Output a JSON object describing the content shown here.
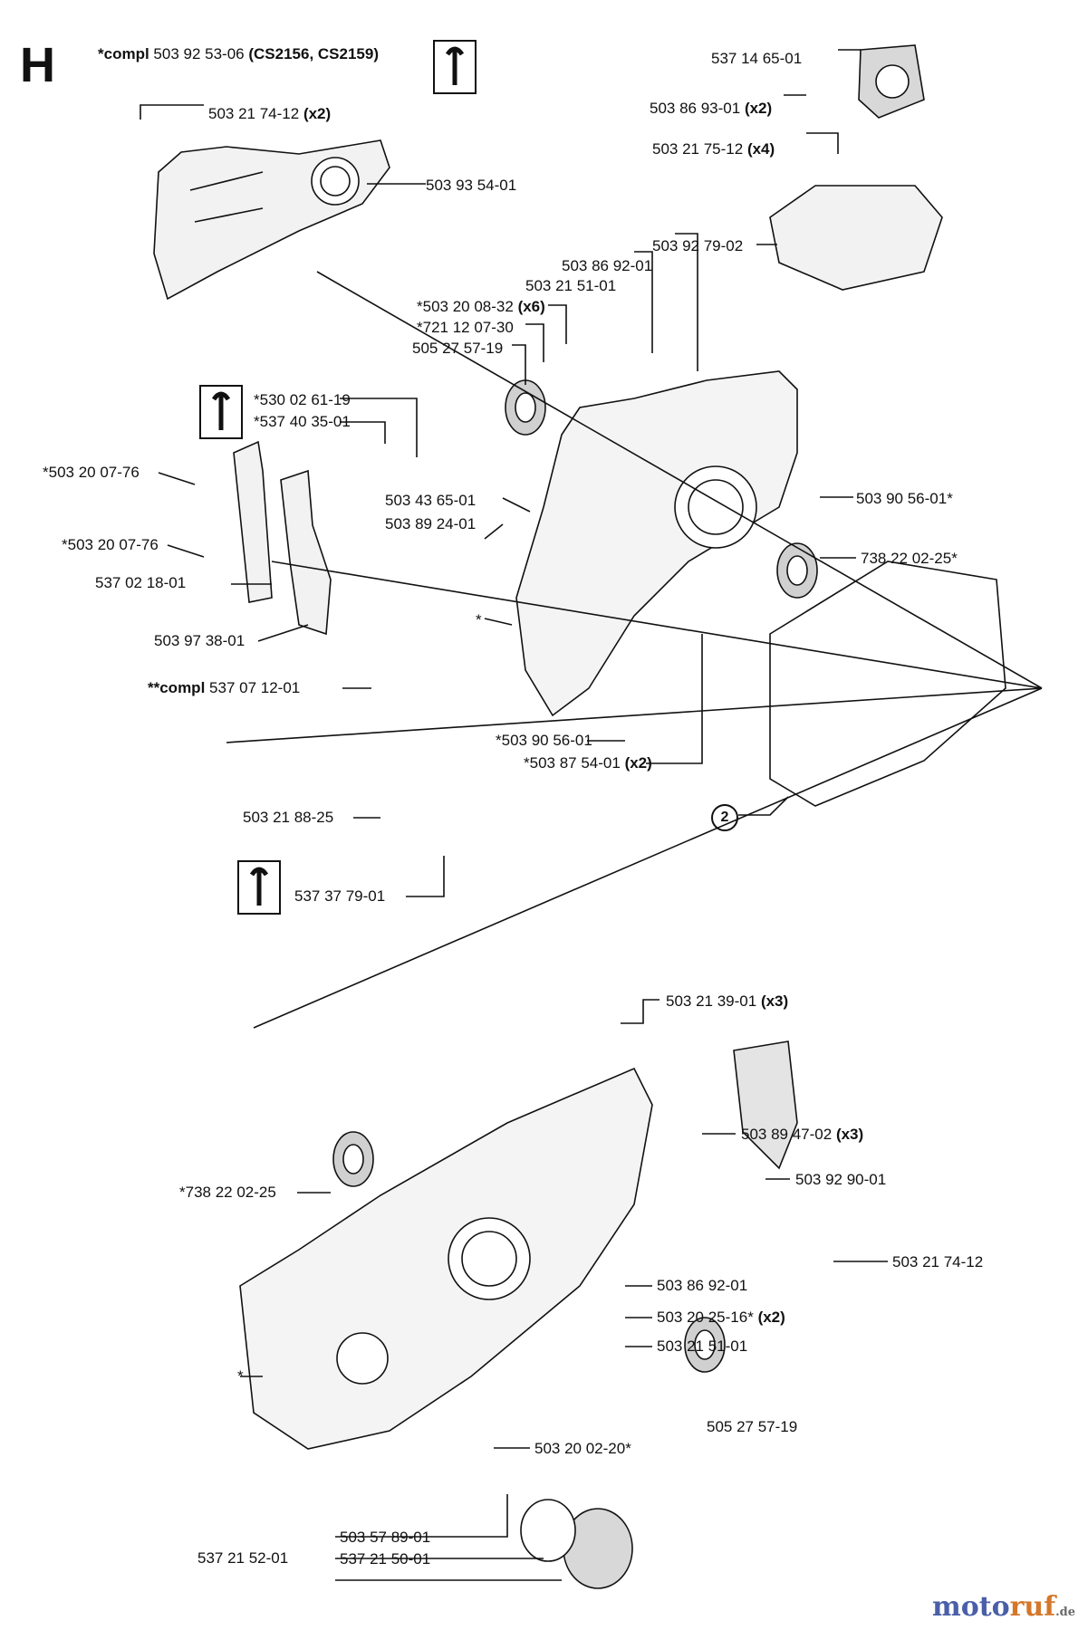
{
  "section_letter": "H",
  "header": {
    "prefix": "*compl",
    "number": "503 92 53-06",
    "models": "(CS2156, CS2159)"
  },
  "callout": "2",
  "logo": {
    "a": "moto",
    "b": "ruf",
    "c": ".de",
    "color_a": "#4a5fa8",
    "color_b": "#d4772a"
  },
  "labels": {
    "p1": {
      "text": "537 14 65-01"
    },
    "p2": {
      "text": "503 86 93-01",
      "qty": "(x2)"
    },
    "p3": {
      "text": "503 21 75-12",
      "qty": "(x4)"
    },
    "p4": {
      "text": "503 21 74-12",
      "qty": "(x2)"
    },
    "p5": {
      "text": "503 93 54-01"
    },
    "p6": {
      "text": "503 92 79-02"
    },
    "p7": {
      "text": "503 86 92-01"
    },
    "p8": {
      "text": "503 21 51-01"
    },
    "p9": {
      "text": "*503 20 08-32",
      "qty": "(x6)"
    },
    "p10": {
      "text": "*721 12 07-30"
    },
    "p11": {
      "text": "505 27 57-19"
    },
    "p12": {
      "text": "*530 02 61-19"
    },
    "p13": {
      "text": "*537 40 35-01"
    },
    "p14": {
      "text": "*503 20 07-76"
    },
    "p15": {
      "text": "503 43 65-01"
    },
    "p16": {
      "text": "503 89 24-01"
    },
    "p17": {
      "text": "503 90 56-01*"
    },
    "p18": {
      "text": "*503 20 07-76"
    },
    "p19": {
      "text": "738 22 02-25*"
    },
    "p20": {
      "text": "537 02 18-01"
    },
    "p21": {
      "text": "503 97 38-01"
    },
    "p22": {
      "text": "*"
    },
    "p23": {
      "prefix": "**compl",
      "text": "537 07 12-01"
    },
    "p24": {
      "text": "*503 90 56-01"
    },
    "p25": {
      "text": "*503 87 54-01",
      "qty": "(x2)"
    },
    "p26": {
      "text": "503 21 88-25"
    },
    "p27": {
      "text": "537 37 79-01"
    },
    "p28": {
      "text": "503 21 39-01",
      "qty": "(x3)"
    },
    "p29": {
      "text": "503 89 47-02",
      "qty": "(x3)"
    },
    "p30": {
      "text": "503 92 90-01"
    },
    "p31": {
      "text": "*738 22 02-25"
    },
    "p32": {
      "text": "503 21 74-12"
    },
    "p33": {
      "text": "503 86 92-01"
    },
    "p34": {
      "text": "503 20 25-16*",
      "qty": "(x2)"
    },
    "p35": {
      "text": "503 21 51-01"
    },
    "p36": {
      "text": "*"
    },
    "p37": {
      "text": "505 27 57-19"
    },
    "p38": {
      "text": "503 20 02-20*"
    },
    "p39": {
      "text": "537 21 52-01"
    },
    "p40": {
      "text": "503 57 89-01"
    },
    "p41": {
      "text": "537 21 50-01"
    }
  }
}
